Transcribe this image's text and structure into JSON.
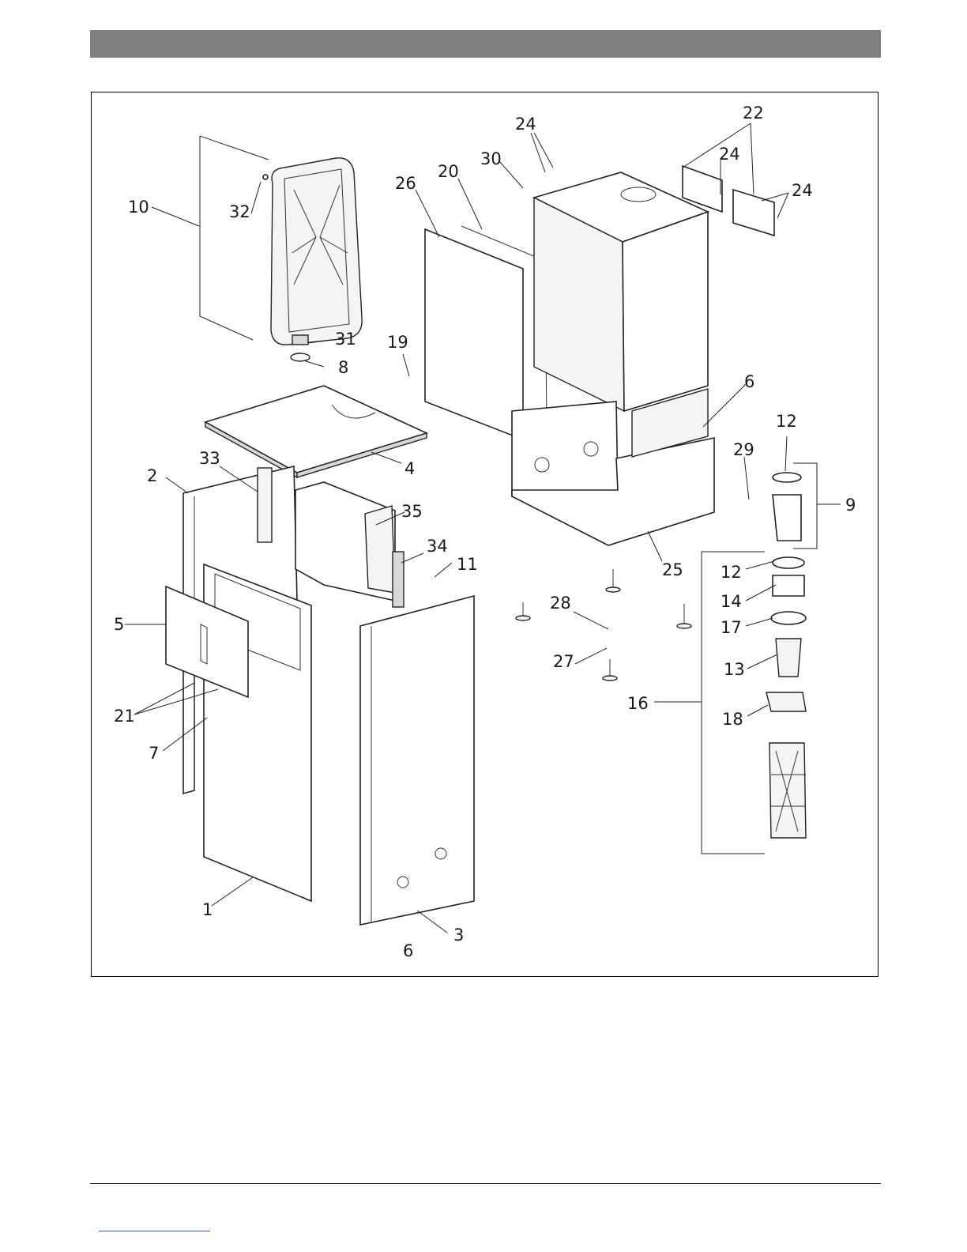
{
  "colors": {
    "header_bar": "#808080",
    "frame": "#000000",
    "callout_text": "#1a1a1a",
    "link_rule": "#3355cc"
  },
  "callouts": [
    {
      "label": "1"
    },
    {
      "label": "2"
    },
    {
      "label": "3"
    },
    {
      "label": "4"
    },
    {
      "label": "5"
    },
    {
      "label": "6"
    },
    {
      "label": "6"
    },
    {
      "label": "7"
    },
    {
      "label": "8"
    },
    {
      "label": "9"
    },
    {
      "label": "10"
    },
    {
      "label": "11"
    },
    {
      "label": "12"
    },
    {
      "label": "12"
    },
    {
      "label": "13"
    },
    {
      "label": "14"
    },
    {
      "label": "16"
    },
    {
      "label": "17"
    },
    {
      "label": "18"
    },
    {
      "label": "19"
    },
    {
      "label": "20"
    },
    {
      "label": "21"
    },
    {
      "label": "22"
    },
    {
      "label": "24"
    },
    {
      "label": "24"
    },
    {
      "label": "24"
    },
    {
      "label": "25"
    },
    {
      "label": "26"
    },
    {
      "label": "27"
    },
    {
      "label": "28"
    },
    {
      "label": "29"
    },
    {
      "label": "30"
    },
    {
      "label": "31"
    },
    {
      "label": "32"
    },
    {
      "label": "33"
    },
    {
      "label": "34"
    },
    {
      "label": "35"
    }
  ]
}
